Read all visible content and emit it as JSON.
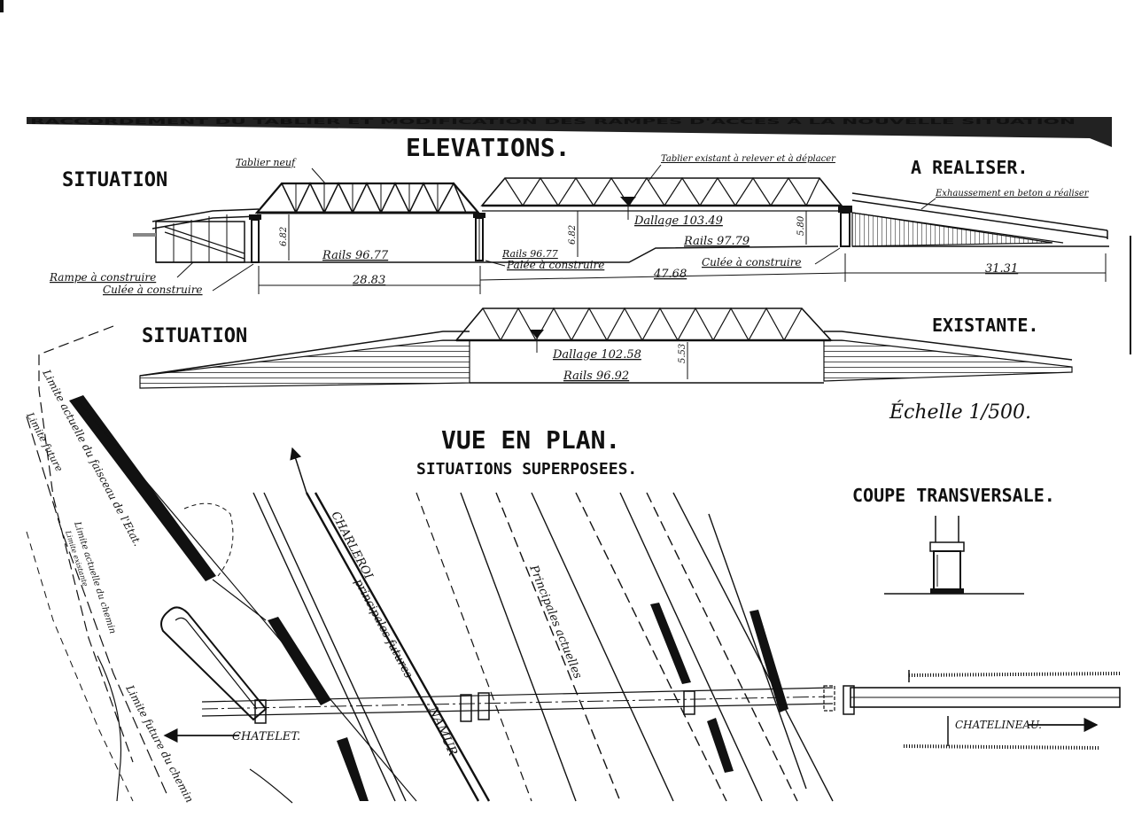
{
  "header_strip": "RACCORDEMENT DU TABLIER ET MODIFICATION DES RAMPES D'ACCES A LA NOUVELLE SITUATION",
  "elevations": {
    "title": "ELEVATIONS.",
    "future": {
      "left_label": "SITUATION",
      "right_label": "A REALISER.",
      "notes": {
        "tablier_neuf": "Tablier neuf",
        "tablier_existant": "Tablier existant à relever et à déplacer",
        "exhaussement": "Exhaussement en beton a réaliser",
        "rampe": "Rampe à construire",
        "culee_left": "Culée à construire",
        "palee": "Palée à construire",
        "culee_right": "Culée à construire"
      },
      "levels": {
        "dallage": "Dallage 103.49",
        "rails_1": "Rails 96.77",
        "rails_2": "Rails 96.77",
        "rails_3": "Rails 97.79"
      },
      "heights": {
        "h1": "6.82",
        "h2": "6.82",
        "h3": "5.80"
      },
      "spans": {
        "s1": "28.83",
        "s2": "47.68",
        "s3": "31.31"
      }
    },
    "existing": {
      "left_label": "SITUATION",
      "right_label": "EXISTANTE.",
      "levels": {
        "dallage": "Dallage 102.58",
        "rails": "Rails 96.92"
      },
      "height": "5.53"
    },
    "scale": "Échelle 1/500."
  },
  "plan": {
    "title": "VUE EN PLAN.",
    "subtitle": "SITUATIONS SUPERPOSEES.",
    "labels": {
      "charleroi": "CHARLEROI",
      "principales_futures": "principales futures",
      "principales_actuelles": "Principales actuelles",
      "namur": "NAMUR",
      "chatelet": "CHATELET.",
      "chatelineau": "CHATELINEAU.",
      "limite_actuelle": "Limite actuelle du faisceau de l'Etat.",
      "limite_future": "Limite future",
      "limite_actuelle_chemin": "Limite actuelle du chemin",
      "limite_existante": "Limite existante",
      "limite_future_chemin": "Limite future du chemin"
    }
  },
  "section": {
    "title": "COUPE TRANSVERSALE."
  }
}
